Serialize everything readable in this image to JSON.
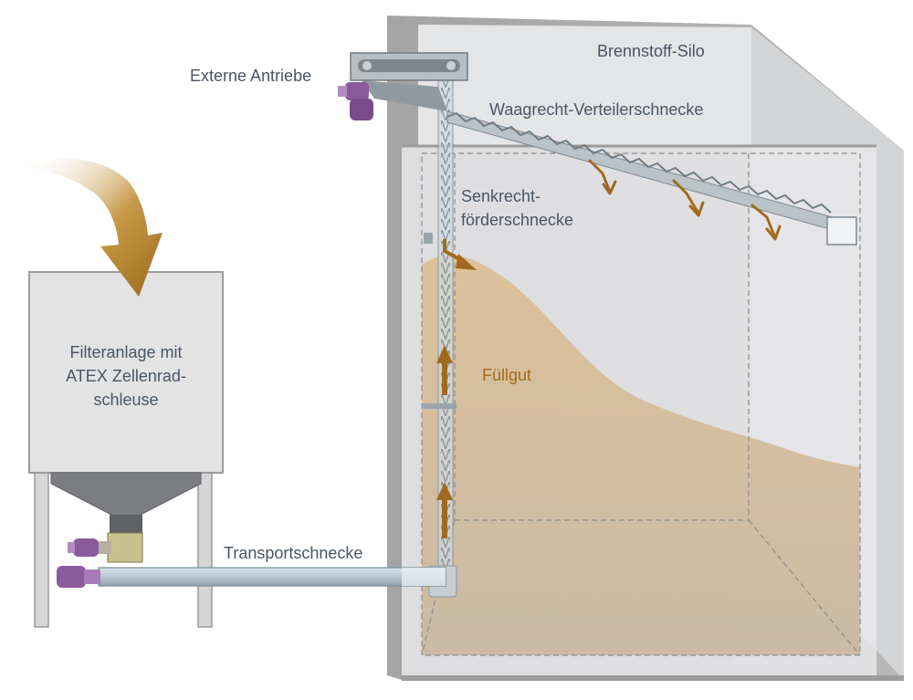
{
  "labels": {
    "silo": "Brennstoff-Silo",
    "external_drives": "Externe Antriebe",
    "horizontal_screw": "Waagrecht-Verteilerschnecke",
    "vertical_screw_line1": "Senkrecht-",
    "vertical_screw_line2": "förderschnecke",
    "fill_material": "Füllgut",
    "filter_line1": "Filteranlage mit",
    "filter_line2": "ATEX Zellenrad-",
    "filter_line3": "schleuse",
    "transport_screw": "Transportschnecke"
  },
  "colors": {
    "label_text": "#4a5563",
    "accent_arrow": "#a06a1e",
    "fill_material": "#d9b98a",
    "wall_gray": "#a9a9a9",
    "motor_purple": "#8a5a9c"
  }
}
